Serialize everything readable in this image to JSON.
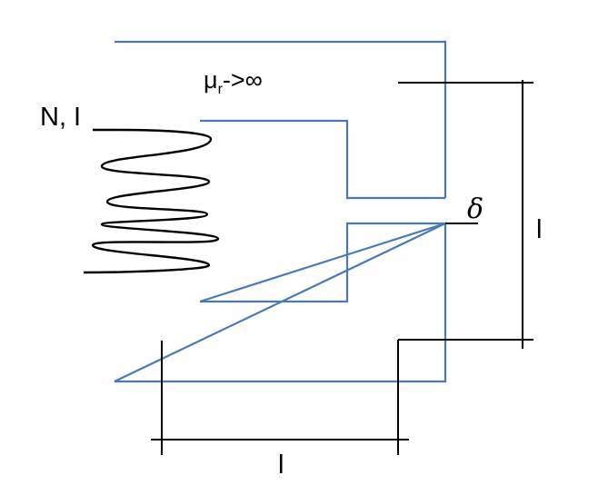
{
  "labels": {
    "coil": "N, I",
    "permeability_mu": "μ",
    "permeability_sub": "r",
    "permeability_rest": "->∞",
    "gap": "δ",
    "length_vertical": "l",
    "length_horizontal": "l"
  },
  "colors": {
    "core": "#4a7ab5",
    "lines": "#000000"
  }
}
